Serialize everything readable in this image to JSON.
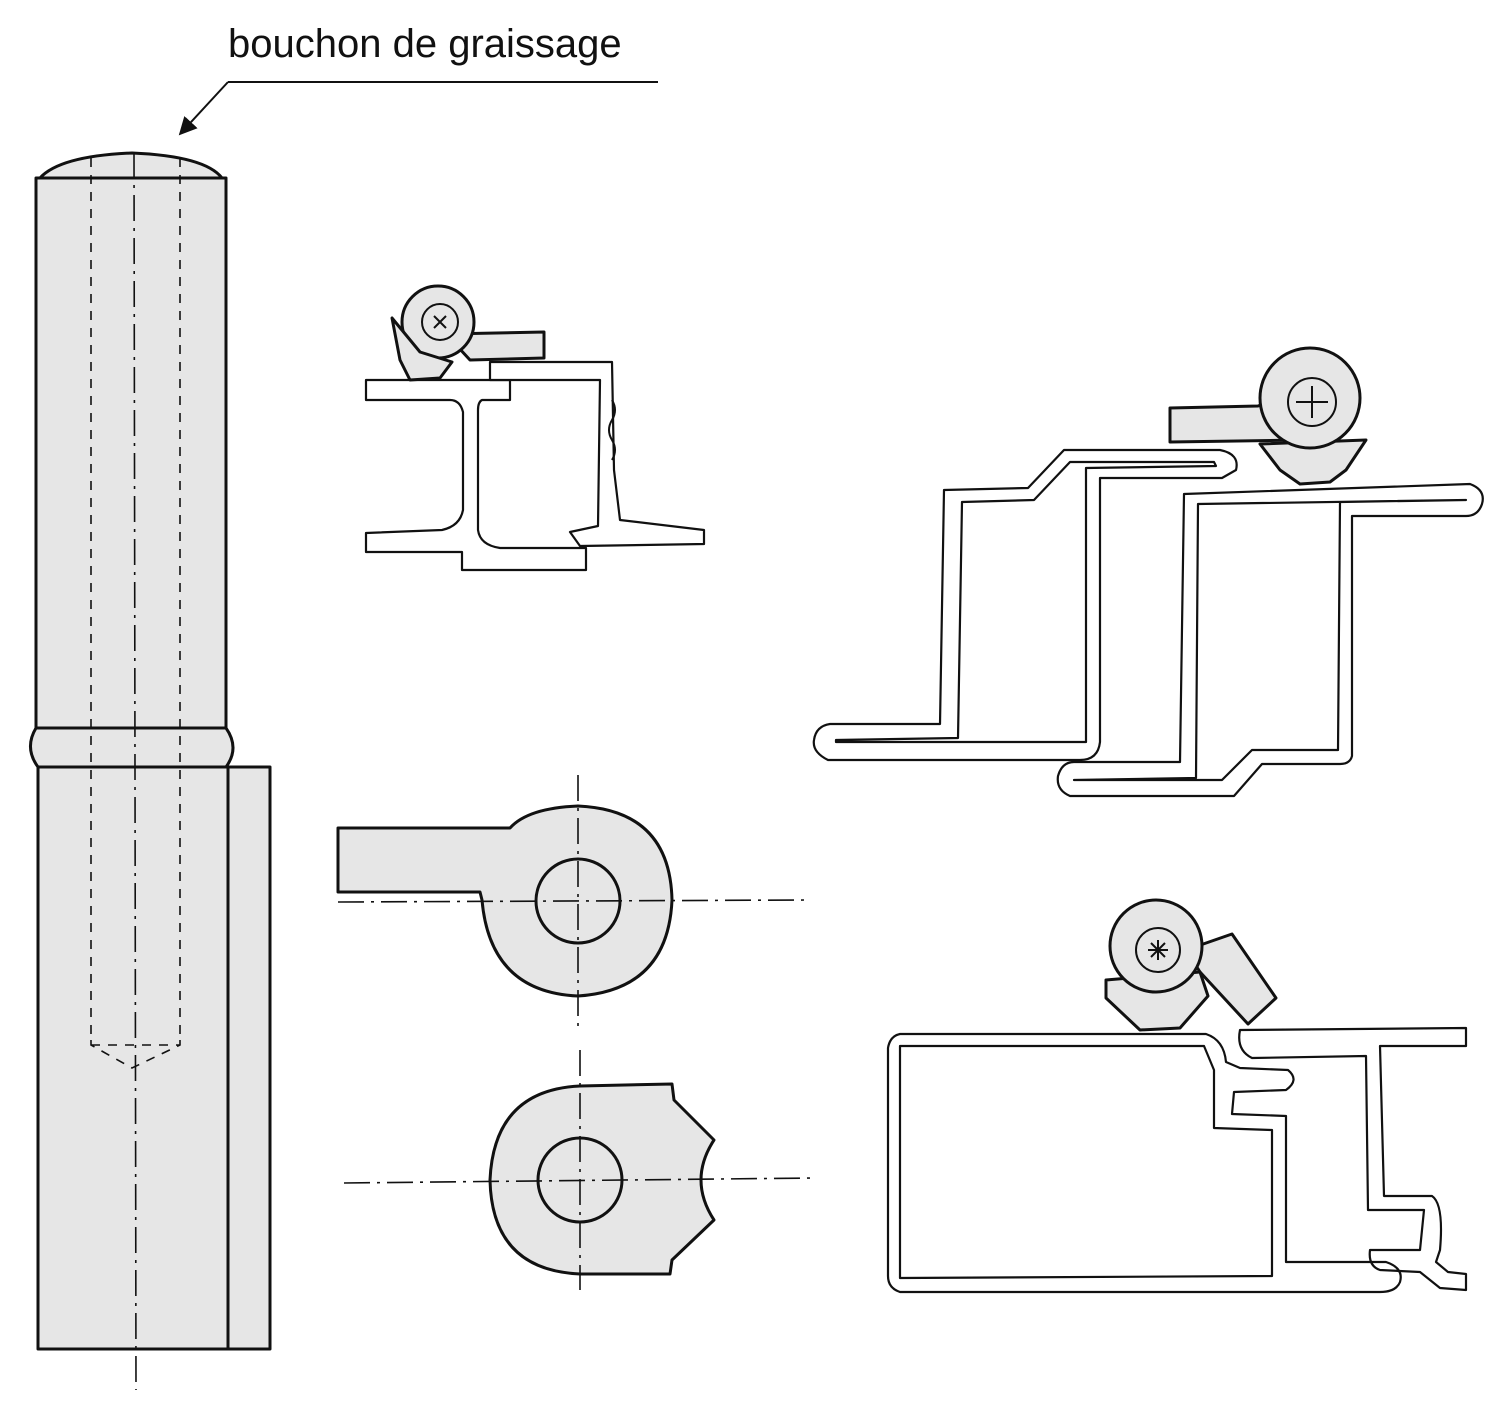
{
  "callout": {
    "label": "bouchon de graissage",
    "target": "grease-plug"
  },
  "colors": {
    "part_fill": "#e6e6e6",
    "line": "#111111",
    "background": "#ffffff"
  },
  "views": [
    {
      "name": "hinge-pin-side-elevation",
      "depicts": "weld-on hinge barrel with grease plug, shown in elevation with hidden bore lines"
    },
    {
      "name": "hinge-on-steel-section-detail",
      "depicts": "hinge mounted on rolled steel frame sections"
    },
    {
      "name": "leaf-top-view",
      "depicts": "hinge leaf with bore, top view with center lines"
    },
    {
      "name": "notched-leaf-top-view",
      "depicts": "hinge knuckle with notched side, top view with center lines"
    },
    {
      "name": "hinge-on-pressed-steel-frame-detail",
      "depicts": "hinge mounted on folded sheet-metal door frame"
    },
    {
      "name": "hinge-on-box-frame-detail",
      "depicts": "hinge mounted on box-section frame with rebated edge"
    }
  ]
}
